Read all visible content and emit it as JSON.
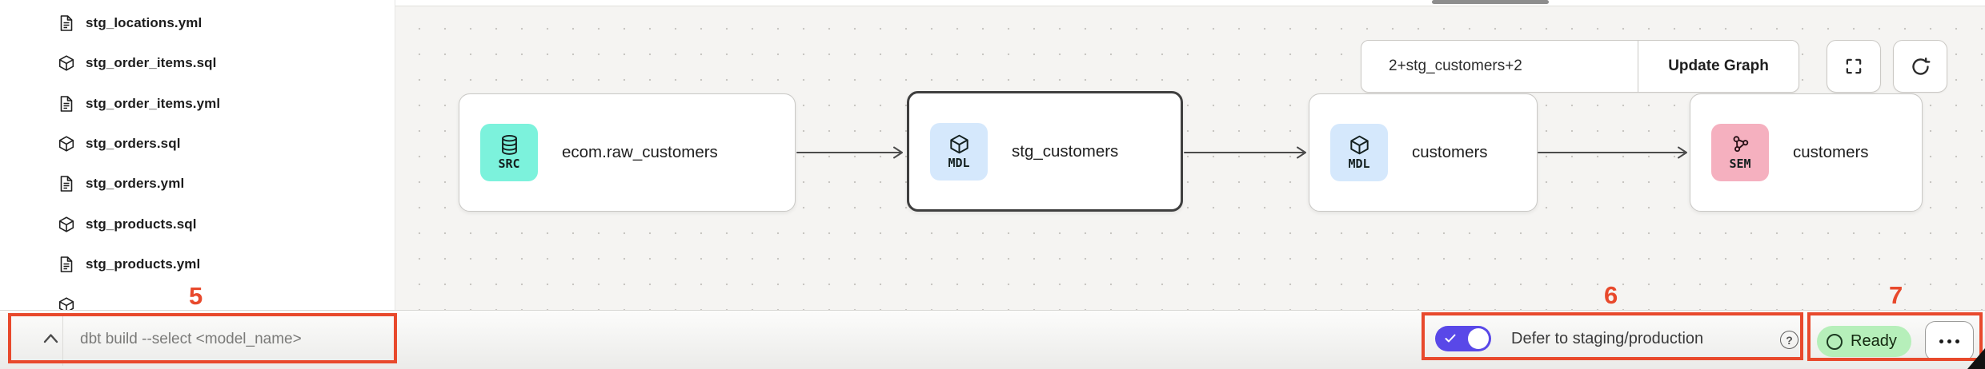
{
  "sidebar": {
    "files": [
      {
        "label": "stg_locations.yml",
        "type": "yml"
      },
      {
        "label": "stg_order_items.sql",
        "type": "sql"
      },
      {
        "label": "stg_order_items.yml",
        "type": "yml"
      },
      {
        "label": "stg_orders.sql",
        "type": "sql"
      },
      {
        "label": "stg_orders.yml",
        "type": "yml"
      },
      {
        "label": "stg_products.sql",
        "type": "sql"
      },
      {
        "label": "stg_products.yml",
        "type": "yml"
      },
      {
        "label": "",
        "type": "sql",
        "clipped": true
      }
    ]
  },
  "graph": {
    "selector": {
      "value": "2+stg_customers+2",
      "update_label": "Update Graph"
    },
    "nodes": [
      {
        "badge": "SRC",
        "label": "ecom.raw_customers",
        "icon": "database",
        "selected": false
      },
      {
        "badge": "MDL",
        "label": "stg_customers",
        "icon": "cube",
        "selected": true
      },
      {
        "badge": "MDL",
        "label": "customers",
        "icon": "cube",
        "selected": false
      },
      {
        "badge": "SEM",
        "label": "customers",
        "icon": "semantic-graph",
        "selected": false
      }
    ]
  },
  "command_bar": {
    "placeholder": "dbt build --select <model_name>"
  },
  "status_bar": {
    "defer_label": "Defer to staging/production",
    "defer_enabled": true,
    "help_glyph": "?",
    "ready_label": "Ready"
  },
  "annotations": {
    "n5": "5",
    "n6": "6",
    "n7": "7",
    "color": "#e8492c"
  },
  "colors": {
    "accent_purple": "#5948e8",
    "ready_green": "#b6efba",
    "src_badge": "#7cf2dc",
    "mdl_badge": "#d5e8fc",
    "sem_badge": "#f5b0bf",
    "canvas_bg": "#f5f4f2"
  }
}
